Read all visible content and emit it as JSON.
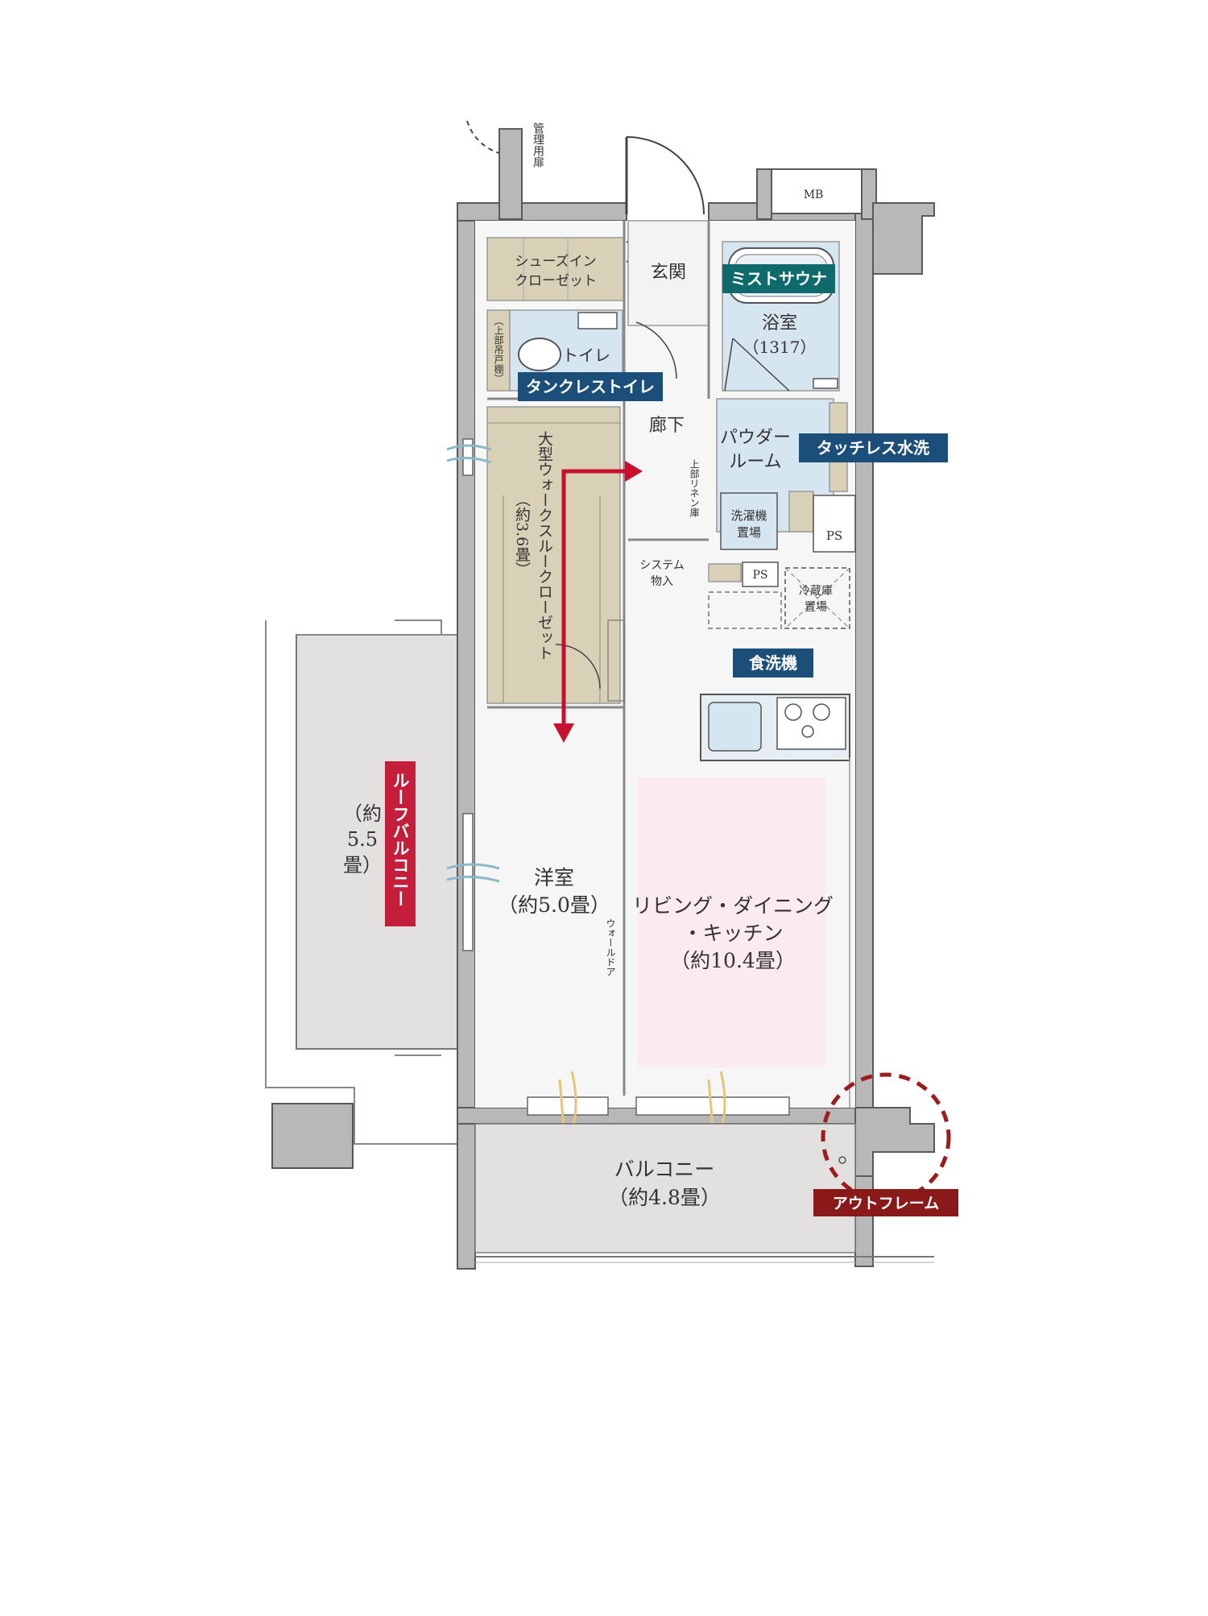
{
  "colors": {
    "wall": "#b8b8b8",
    "wall_stroke": "#5a5a5a",
    "floor": "#f6f6f6",
    "storage": "#d9d0b8",
    "wet": "#d6e6f1",
    "balcony": "#e3e1df",
    "ldk_accent": "#fbeaf1",
    "label_blue": "#1b4f7a",
    "label_teal": "#0f6b6b",
    "label_red": "#c41e3a",
    "label_dark_red": "#8a1a1a",
    "arrow": "#c8102e"
  },
  "rooms": {
    "mgmt_door": "管理用扉",
    "mb": "MB",
    "shoe_closet_1": "シューズイン",
    "shoe_closet_2": "クローゼット",
    "genkan": "玄関",
    "bath_1": "浴室",
    "bath_2": "（1317）",
    "toilet": "トイレ",
    "upper_shelf": "（上部吊戸棚）",
    "corridor": "廊下",
    "powder_1": "パウダー",
    "powder_2": "ルーム",
    "linen": "上部リネン庫",
    "wic_1": "大型ウォークスルークローゼット",
    "wic_2": "（約3.6畳）",
    "washer_1": "洗濯機",
    "washer_2": "置場",
    "ps_1": "PS",
    "ps_2": "PS",
    "system_1": "システム",
    "system_2": "物入",
    "fridge_1": "冷蔵庫",
    "fridge_2": "置場",
    "western_1": "洋室",
    "western_2": "（約5.0畳）",
    "wall_door": "ウォールドア",
    "ldk_1": "リビング・ダイニング",
    "ldk_2": "・キッチン",
    "ldk_3": "（約10.4畳）",
    "balcony_1": "バルコニー",
    "balcony_2": "（約4.8畳）",
    "roof_1": "（約",
    "roof_2": "5.5",
    "roof_3": "畳）"
  },
  "labels": {
    "mist_sauna": "ミストサウナ",
    "tankless_toilet": "タンクレストイレ",
    "touchless": "タッチレス水洗",
    "dishwasher": "食洗機",
    "roof_balcony": "ルーフバルコニー",
    "outframe": "アウトフレーム"
  }
}
